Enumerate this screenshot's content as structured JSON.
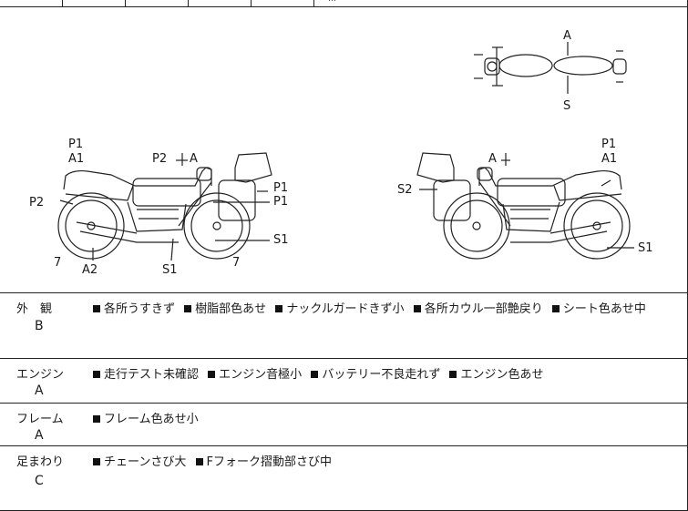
{
  "top_strip_text": "…",
  "diagram": {
    "top_view": {
      "front_label": "A",
      "rear_label": "S"
    },
    "left_side": {
      "labels": [
        "P1",
        "A1",
        "P2",
        "A",
        "P2",
        "P1",
        "P1",
        "7",
        "A2",
        "S1",
        "7",
        "S1"
      ]
    },
    "right_side": {
      "labels": [
        "A",
        "S2",
        "P1",
        "A1",
        "S1"
      ]
    }
  },
  "sections": [
    {
      "label": "外　観",
      "grade": "B",
      "items": [
        "各所うすきず",
        "樹脂部色あせ",
        "ナックルガードきず小",
        "各所カウル一部艶戻り",
        "シート色あせ中"
      ]
    },
    {
      "label": "エンジン",
      "grade": "A",
      "items": [
        "走行テスト未確認",
        "エンジン音極小",
        "バッテリー不良走れず",
        "エンジン色あせ"
      ]
    },
    {
      "label": "フレーム",
      "grade": "A",
      "items": [
        "フレーム色あせ小"
      ]
    },
    {
      "label": "足まわり",
      "grade": "C",
      "items": [
        "チェーンさび大",
        "Fフォーク摺動部さび中"
      ]
    }
  ]
}
